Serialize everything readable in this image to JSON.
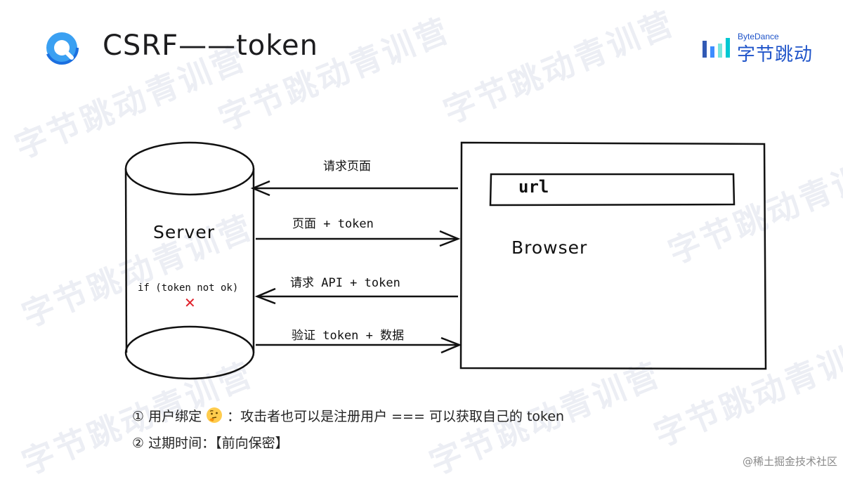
{
  "title": "CSRF——token",
  "brand": {
    "small": "ByteDance",
    "big": "字节跳动"
  },
  "watermark": "字节跳动青训营",
  "diagram": {
    "server_label": "Server",
    "server_condition": "if (token not ok)",
    "server_fail_mark": "✕",
    "browser_label": "Browser",
    "url_bar": "url",
    "arrows": [
      {
        "label": "请求页面",
        "direction": "to-server"
      },
      {
        "label": "页面 + token",
        "direction": "to-browser"
      },
      {
        "label": "请求 API + token",
        "direction": "to-server"
      },
      {
        "label": "验证 token + 数据",
        "direction": "to-browser"
      }
    ]
  },
  "notes": {
    "line1_prefix": "① 用户绑定",
    "line1_emoji": "thinking-face",
    "line1_rest": "：攻击者也可以是注册用户 === 可以获取自己的 token",
    "line2": "② 过期时间：【前向保密】"
  },
  "credit": "@稀土掘金技术社区",
  "colors": {
    "accent": "#1f54c9",
    "cross": "#e0202a",
    "watermark": "#eceef4"
  }
}
